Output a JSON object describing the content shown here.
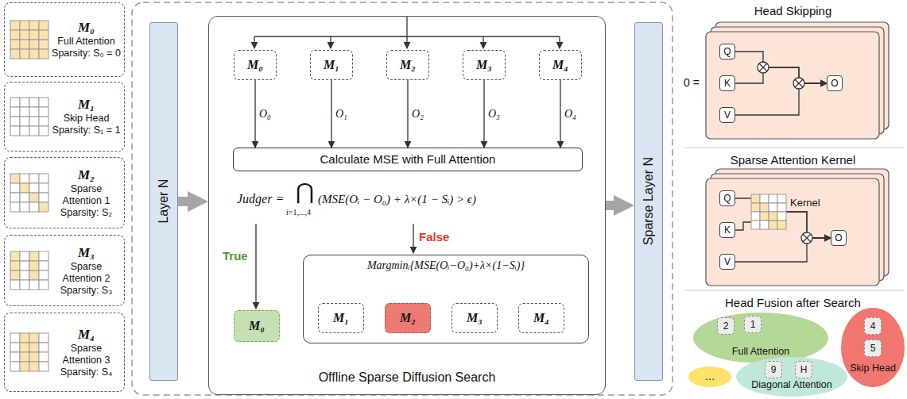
{
  "diagram": {
    "nodes": [
      {
        "text": [
          "M₀",
          "Full Attention",
          "Sparsity: S₀ = 0"
        ]
      },
      {
        "text": [
          "M₁",
          "Skip Head",
          "Sparsity: S₁ = 1"
        ]
      },
      {
        "text": [
          "M₂",
          "Sparse Attention 1",
          "Sparsity: S₂"
        ]
      },
      {
        "text": [
          "M₃",
          "Sparse Attention 2",
          "Sparsity: S₃"
        ]
      },
      {
        "text": [
          "M₄",
          "Sparse Attention 3",
          "Sparsity: S₄"
        ]
      },
      {
        "text": [
          "Layer N"
        ]
      },
      {
        "text": [
          "Offline Sparse Diffusion Search"
        ]
      },
      {
        "text": [
          "M₀"
        ],
        "in": 6
      },
      {
        "text": [
          "M₁"
        ],
        "in": 6
      },
      {
        "text": [
          "M₂"
        ],
        "in": 6
      },
      {
        "text": [
          "M₃"
        ],
        "in": 6
      },
      {
        "text": [
          "M₄"
        ],
        "in": 6
      },
      {
        "text": [
          "Calculate MSE with Full Attention"
        ],
        "in": 6
      },
      {
        "text": [
          "M₀"
        ],
        "in": 6
      },
      {
        "text": [
          "Margminᵢ{MSE(Oᵢ−O₀)+λ×(1−Sᵢ)}"
        ],
        "in": 6
      },
      {
        "text": [
          "M₁"
        ],
        "in": 14
      },
      {
        "text": [
          "M₂"
        ],
        "in": 14
      },
      {
        "text": [
          "M₃"
        ],
        "in": 14
      },
      {
        "text": [
          "M₄"
        ],
        "in": 14
      },
      {
        "text": [
          "Sparse Layer N"
        ]
      },
      {
        "text": [
          "Head Skipping"
        ]
      },
      {
        "text": [
          "Q"
        ],
        "in": 20
      },
      {
        "text": [
          "K"
        ],
        "in": 20
      },
      {
        "text": [
          "V"
        ],
        "in": 20
      },
      {
        "text": [
          "O"
        ],
        "in": 20
      },
      {
        "text": [
          "Sparse Attention Kernel"
        ]
      },
      {
        "text": [
          "Q"
        ],
        "in": 25
      },
      {
        "text": [
          "K"
        ],
        "in": 25
      },
      {
        "text": [
          "V"
        ],
        "in": 25
      },
      {
        "text": [
          "O"
        ],
        "in": 25
      },
      {
        "text": [
          "Head Fusion after Search"
        ]
      },
      {
        "text": [
          "Full Attention"
        ],
        "in": 30
      },
      {
        "text": [
          "2"
        ],
        "in": 31
      },
      {
        "text": [
          "1"
        ],
        "in": 31
      },
      {
        "text": [
          "Skip Head"
        ],
        "in": 30
      },
      {
        "text": [
          "4"
        ],
        "in": 34
      },
      {
        "text": [
          "5"
        ],
        "in": 34
      },
      {
        "text": [
          "…"
        ],
        "in": 30
      },
      {
        "text": [
          "Diagonal Attention"
        ],
        "in": 30
      },
      {
        "text": [
          "9"
        ],
        "in": 38
      },
      {
        "text": [
          "H"
        ],
        "in": 38
      }
    ],
    "edges": [
      {
        "from": 5,
        "to": 6,
        "arrow": "to"
      },
      {
        "from": 7,
        "to": 12,
        "label": "O₀",
        "arrow": "to"
      },
      {
        "from": 8,
        "to": 12,
        "label": "O₁",
        "arrow": "to"
      },
      {
        "from": 9,
        "to": 12,
        "label": "O₂",
        "arrow": "to"
      },
      {
        "from": 10,
        "to": 12,
        "label": "O₃",
        "arrow": "to"
      },
      {
        "from": 11,
        "to": 12,
        "label": "O₄",
        "arrow": "to"
      },
      {
        "from": 6,
        "to": 19,
        "arrow": "to"
      },
      {
        "from": 21,
        "to": 24,
        "arrow": "to"
      },
      {
        "from": 22,
        "to": 24,
        "arrow": "to"
      },
      {
        "from": 23,
        "to": 24,
        "arrow": "to"
      },
      {
        "from": 26,
        "to": 29,
        "arrow": "to"
      },
      {
        "from": 27,
        "to": 29,
        "arrow": "to"
      },
      {
        "from": 28,
        "to": 29,
        "arrow": "to"
      }
    ],
    "labels": [
      "Judger =",
      "⋂",
      "i=1,...,4",
      "(MSE(Oᵢ − O₀) + λ×(1 − Sᵢ) > ϵ)",
      "True",
      "False",
      "0 =",
      "Kernel"
    ]
  }
}
